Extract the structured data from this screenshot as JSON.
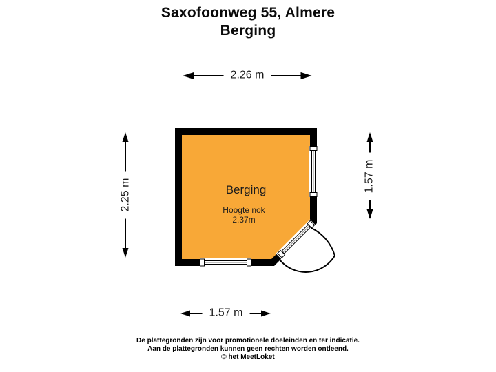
{
  "title": {
    "line1": "Saxofoonweg 55, Almere",
    "line2": "Berging"
  },
  "room": {
    "name": "Berging",
    "note_line1": "Hoogte nok",
    "note_line2": "2,37m"
  },
  "dimensions": {
    "top_width": "2.26 m",
    "left_height": "2.25 m",
    "right_height": "1.57 m",
    "bottom_width": "1.57 m"
  },
  "footer": {
    "line1": "De plattegronden zijn voor promotionele doeleinden en ter indicatie.",
    "line2": "Aan de plattegronden kunnen geen rechten worden ontleend.",
    "line3": "© het MeetLoket"
  },
  "colors": {
    "room_fill": "#F8A837",
    "wall": "#000000",
    "arrow": "#000000"
  }
}
